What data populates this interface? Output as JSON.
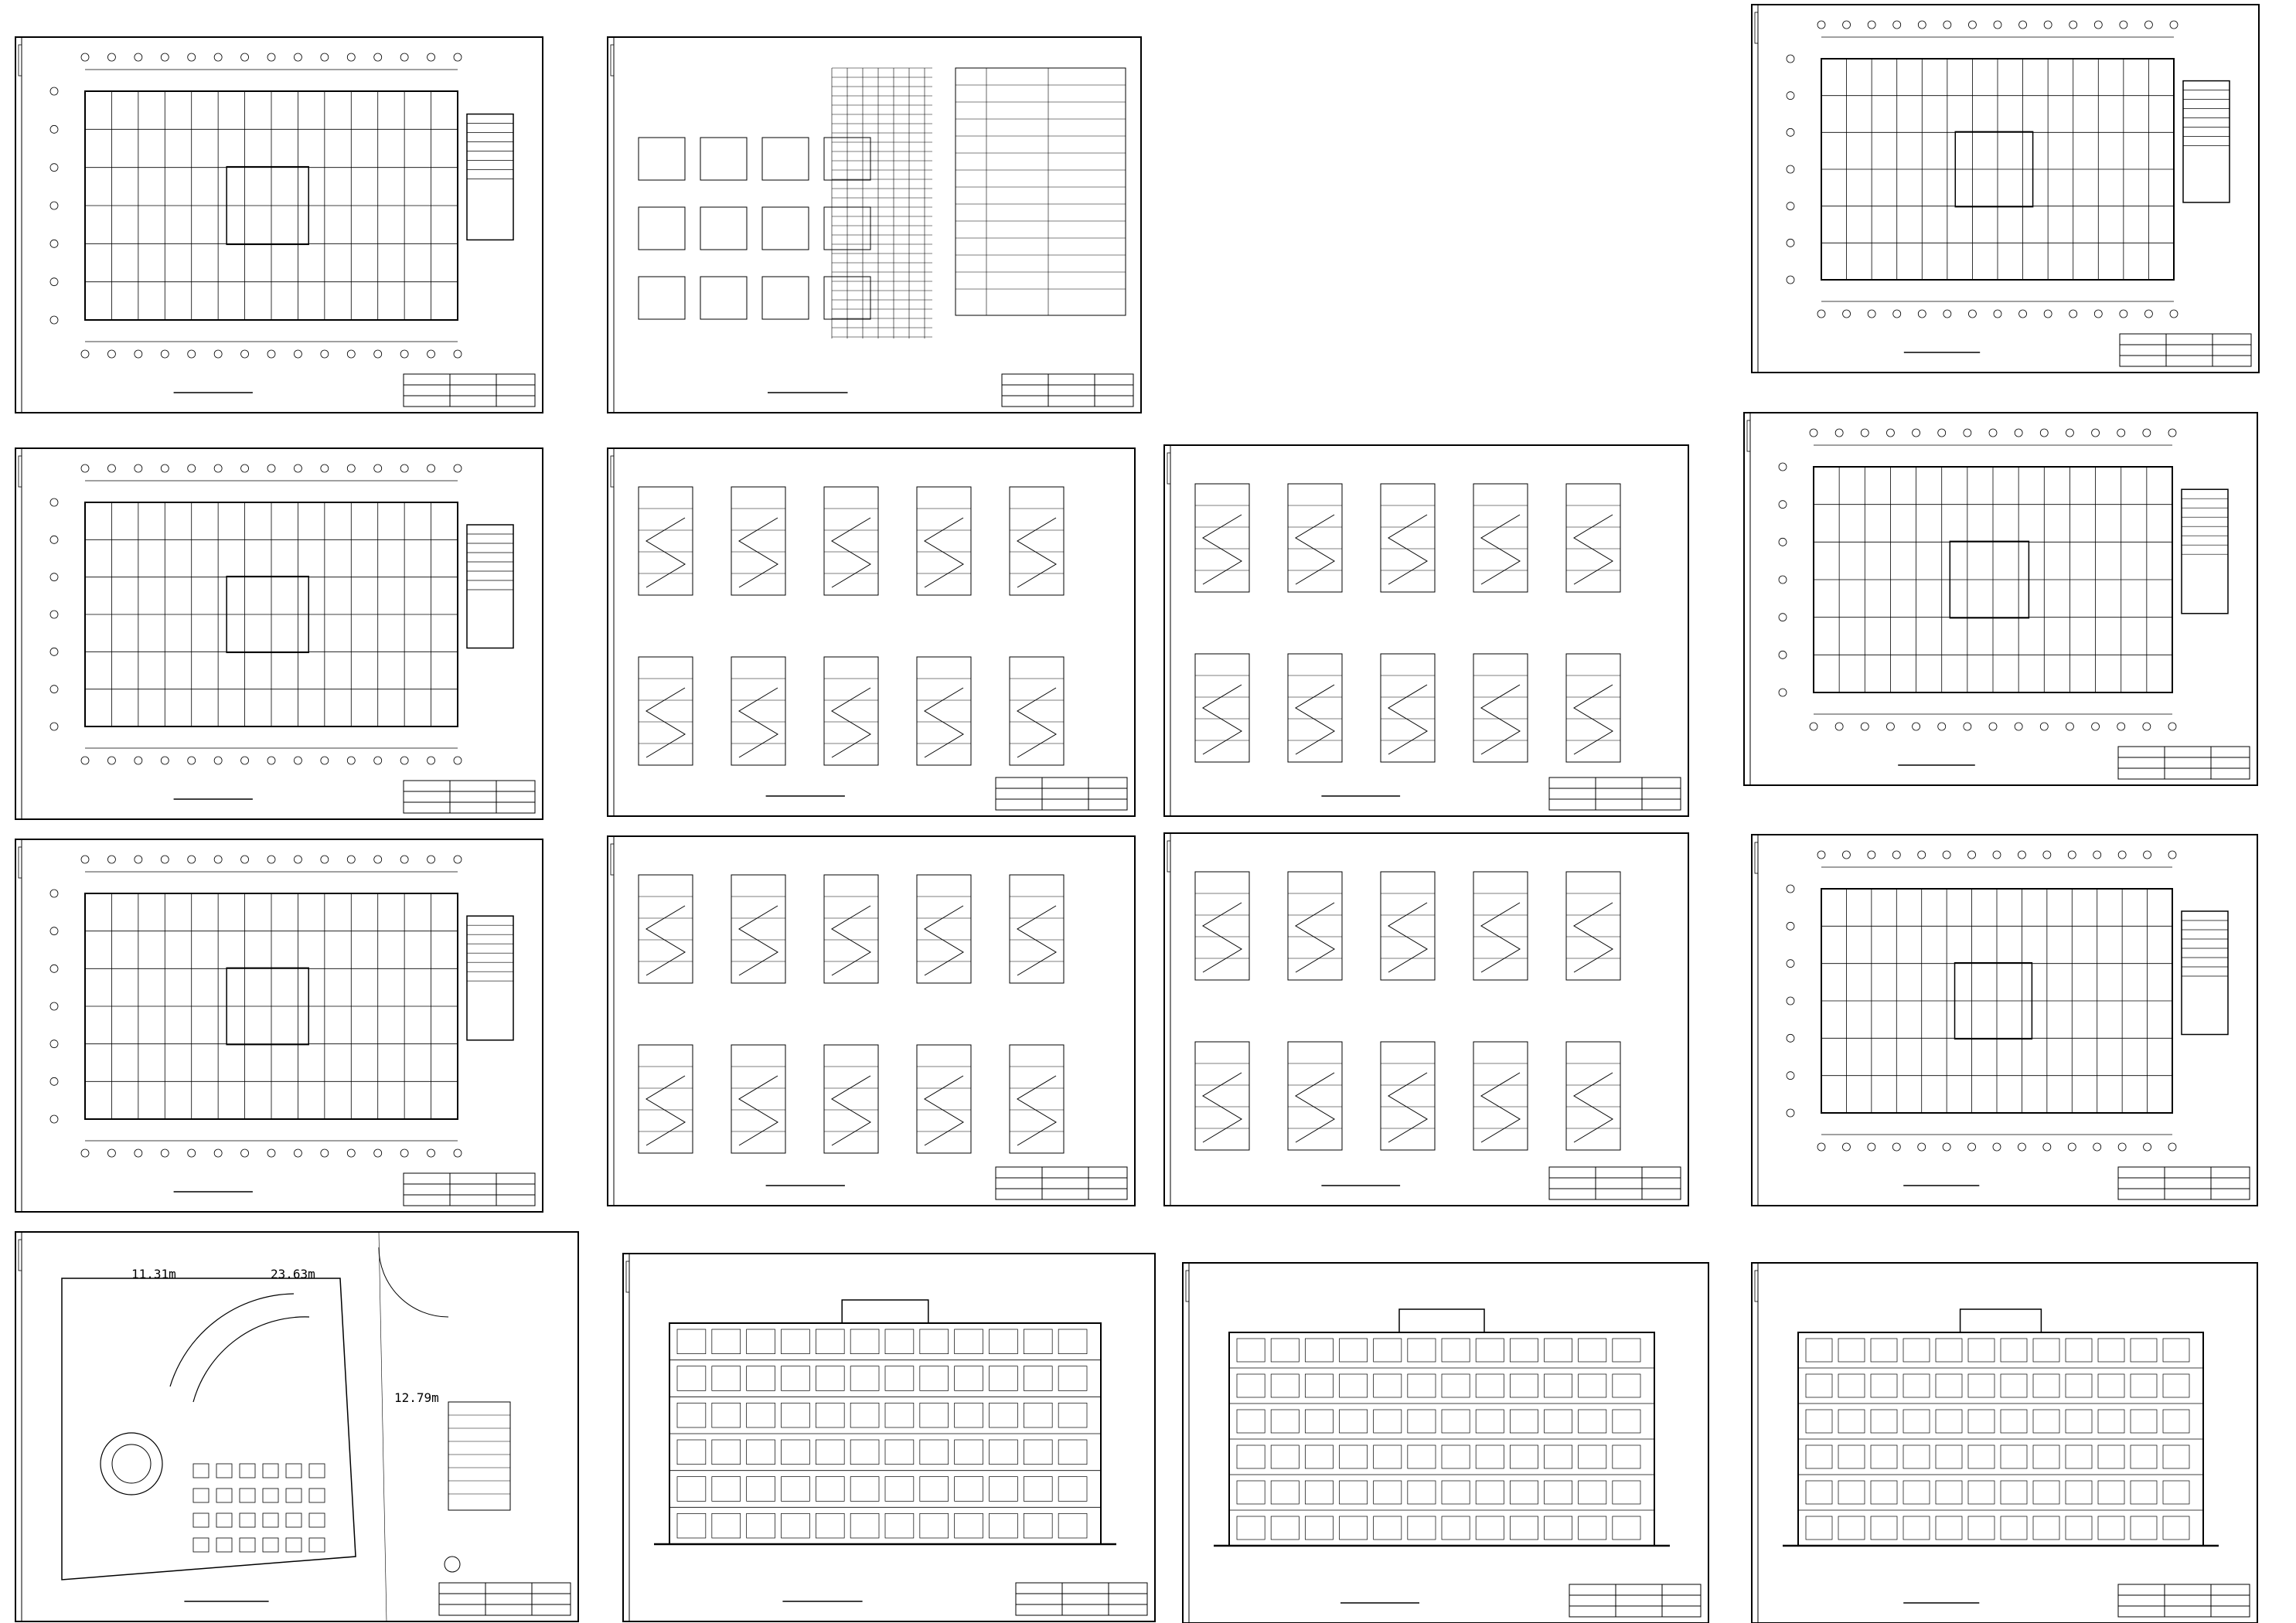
{
  "title": "",
  "sheets": [
    {
      "id": "roof-plan",
      "kind": "plan"
    },
    {
      "id": "door-window-schedule",
      "kind": "schedule"
    },
    {
      "id": "plan-upper-b",
      "kind": "plan"
    },
    {
      "id": "plan-typical-a",
      "kind": "plan"
    },
    {
      "id": "stair-details",
      "kind": "details"
    },
    {
      "id": "wall-details",
      "kind": "details"
    },
    {
      "id": "plan-second",
      "kind": "plan"
    },
    {
      "id": "plan-typical-b",
      "kind": "plan"
    },
    {
      "id": "toilet-details",
      "kind": "details"
    },
    {
      "id": "stair-sections",
      "kind": "details"
    },
    {
      "id": "plan-ground",
      "kind": "plan"
    },
    {
      "id": "site-plan",
      "kind": "site"
    },
    {
      "id": "elevation-sides",
      "kind": "elevation"
    },
    {
      "id": "elevation-front",
      "kind": "elevation"
    },
    {
      "id": "elevation-rear",
      "kind": "elevation"
    }
  ],
  "site": {
    "dim1": "11.31m",
    "dim2": "23.63m",
    "dim3": "12.79m"
  }
}
